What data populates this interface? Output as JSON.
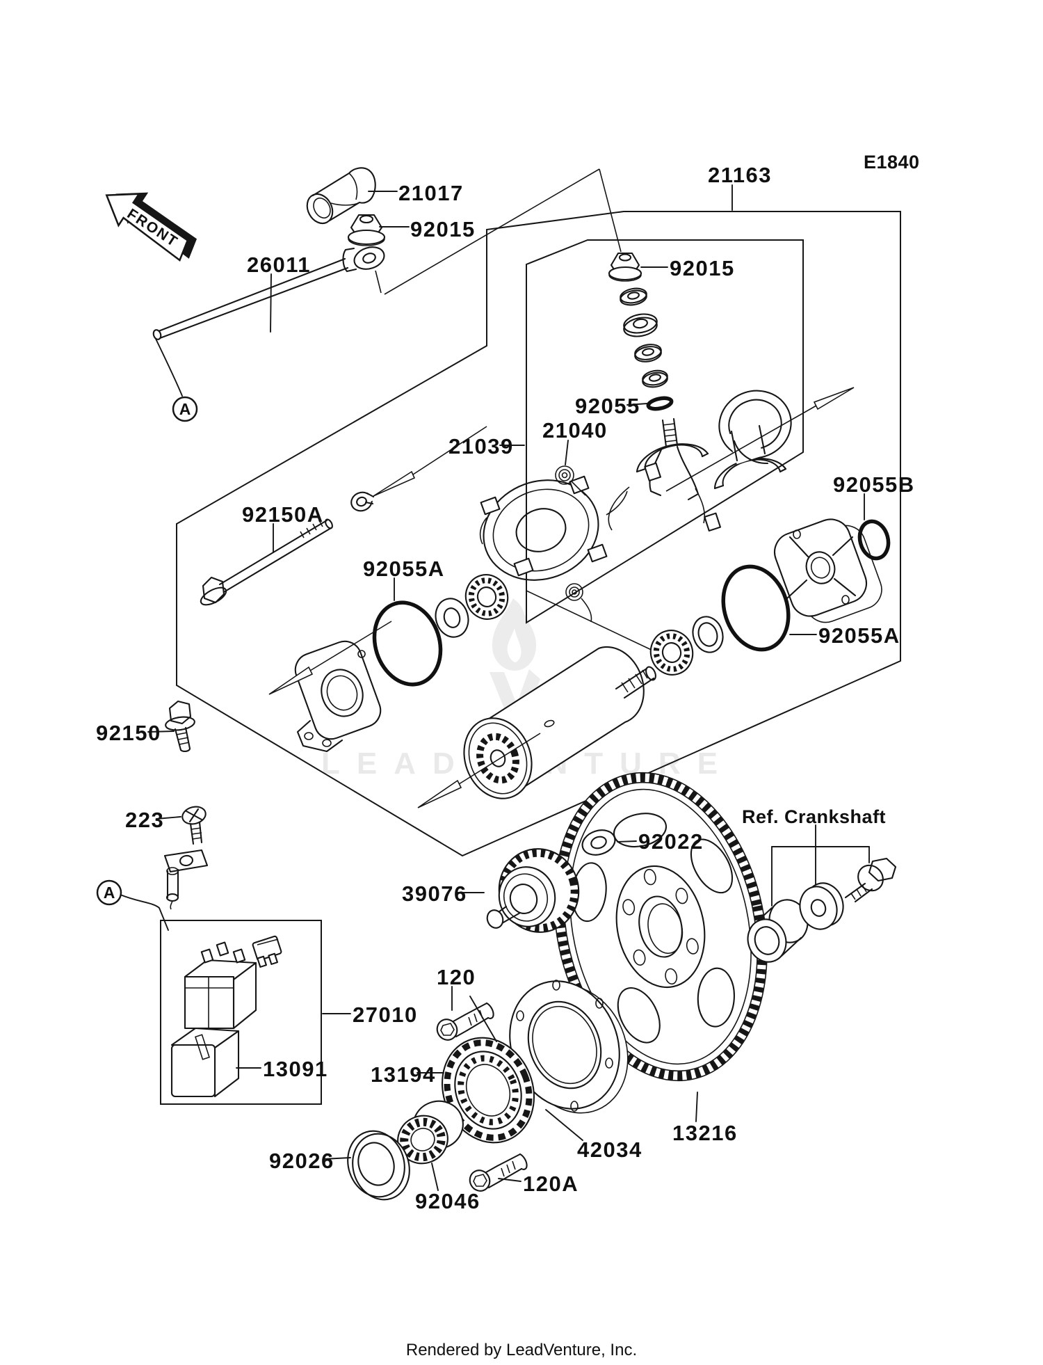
{
  "diagram": {
    "code": "E1840",
    "front_label": "FRONT",
    "ref_label": "Ref. Crankshaft",
    "view_marker": "A",
    "watermark_text": "LEADVENTURE",
    "footer": "Rendered by LeadVenture, Inc.",
    "line_color": "#161616",
    "watermark_color": "#ececec",
    "parts": [
      {
        "label": "21017"
      },
      {
        "label": "92015"
      },
      {
        "label": "26011"
      },
      {
        "label": "21163"
      },
      {
        "label": "92015"
      },
      {
        "label": "92055"
      },
      {
        "label": "21040"
      },
      {
        "label": "21039"
      },
      {
        "label": "92055B"
      },
      {
        "label": "92150A"
      },
      {
        "label": "92055A"
      },
      {
        "label": "92055A"
      },
      {
        "label": "92150"
      },
      {
        "label": "223"
      },
      {
        "label": "92022"
      },
      {
        "label": "39076"
      },
      {
        "label": "120"
      },
      {
        "label": "27010"
      },
      {
        "label": "13091"
      },
      {
        "label": "13194"
      },
      {
        "label": "42034"
      },
      {
        "label": "13216"
      },
      {
        "label": "92026"
      },
      {
        "label": "92046"
      },
      {
        "label": "120A"
      }
    ]
  }
}
